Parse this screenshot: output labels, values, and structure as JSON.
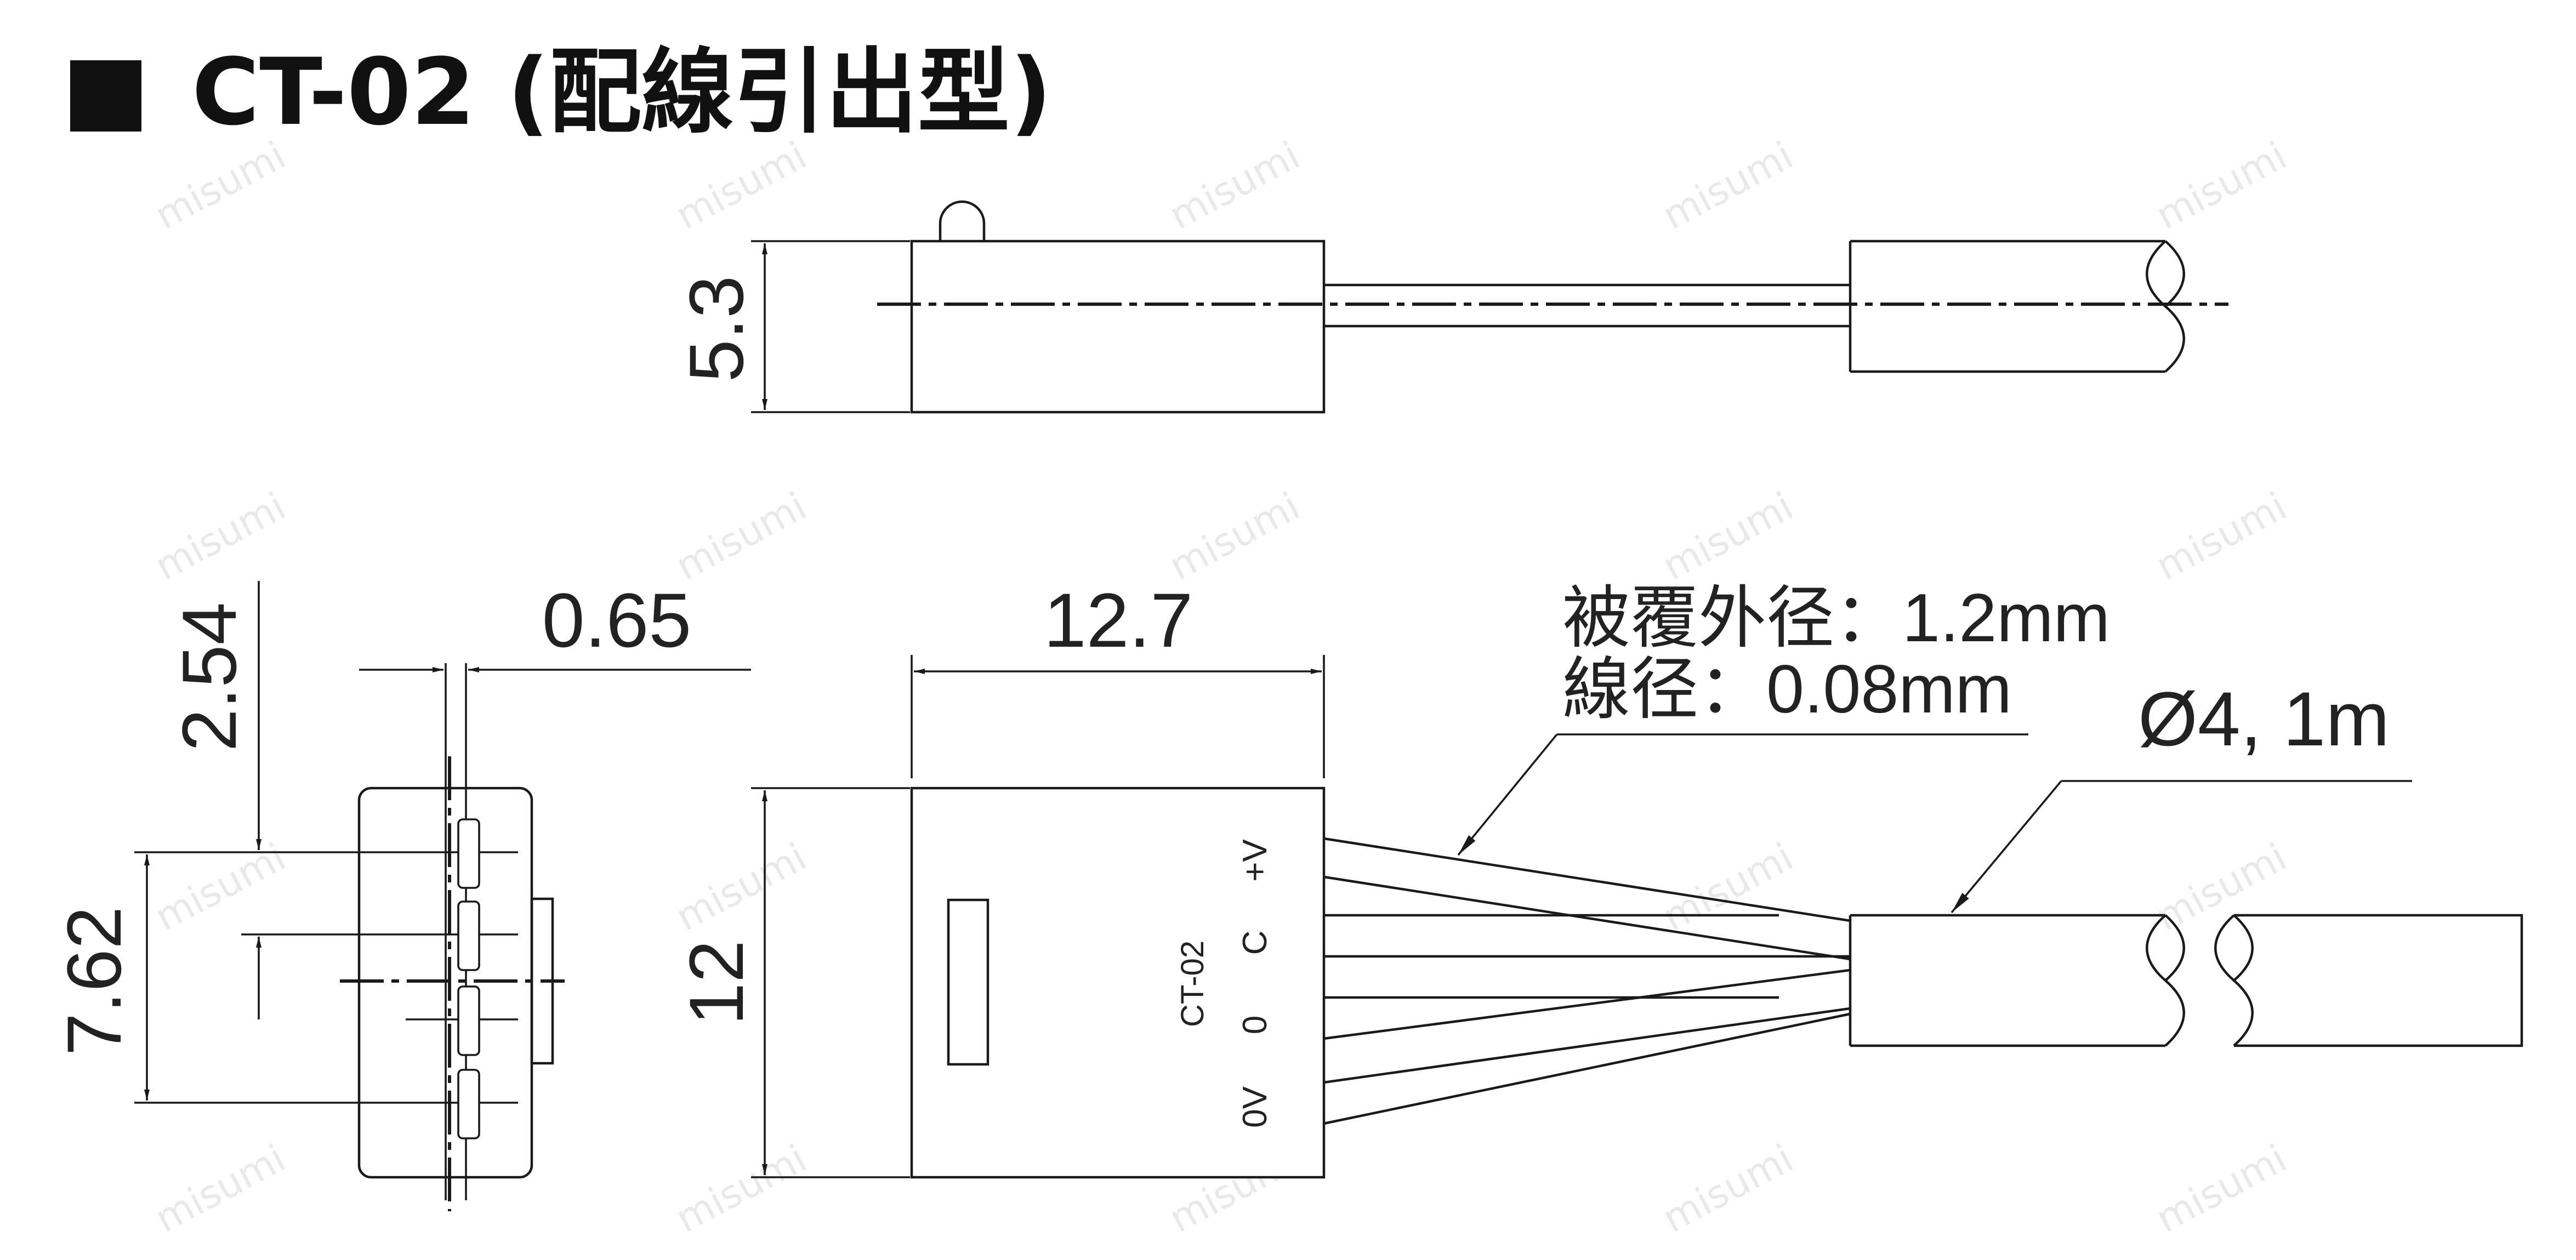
{
  "title": {
    "marker": "■",
    "text": "CT-02 (配線引出型)"
  },
  "watermark": "misumi",
  "dimensions": {
    "side_height": "5.3",
    "pin_pitch": "2.54",
    "pin_span": "7.62",
    "pin_width": "0.65",
    "body_width": "12.7",
    "body_height": "12"
  },
  "callouts": {
    "insulation_outer_dia": "被覆外径：1.2mm",
    "wire_dia": "線径：0.08mm",
    "cable": "Ø4, 1m"
  },
  "body_labels": {
    "model": "CT-02",
    "terminals": [
      "+V",
      "C",
      "0",
      "0V"
    ]
  }
}
